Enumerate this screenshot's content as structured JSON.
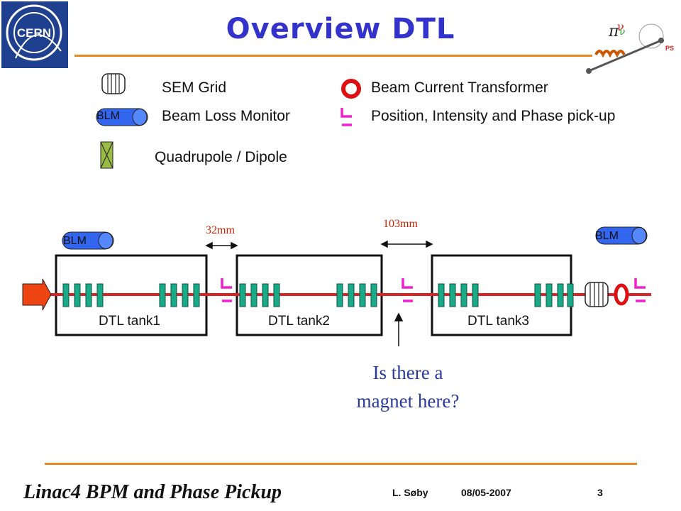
{
  "header": {
    "logo_text": "CERN",
    "title": "Overview DTL",
    "ps_logo_text": "PS"
  },
  "legend": {
    "sem_grid": "SEM Grid",
    "bct": "Beam Current Transformer",
    "blm_icon_text": "BLM",
    "blm": "Beam Loss Monitor",
    "pickup": "Position, Intensity and Phase pick-up",
    "quad": "Quadrupole / Dipole"
  },
  "diagram": {
    "blm_left": "BLM",
    "blm_right": "BLM",
    "gap1": "32mm",
    "gap2": "103mm",
    "tank1": "DTL tank1",
    "tank2": "DTL tank2",
    "tank3": "DTL tank3",
    "question_line1": "Is there a",
    "question_line2": "magnet here?"
  },
  "footer": {
    "title": "Linac4 BPM and Phase Pickup",
    "author": "L. Søby",
    "date": "08/05-2007",
    "page": "3"
  },
  "colors": {
    "title": "#3333cc",
    "beam": "#dd2222",
    "quad": "#1aaa88",
    "pickup": "#ee22cc",
    "blm": "#3366ee",
    "rule": "#e88a22"
  }
}
